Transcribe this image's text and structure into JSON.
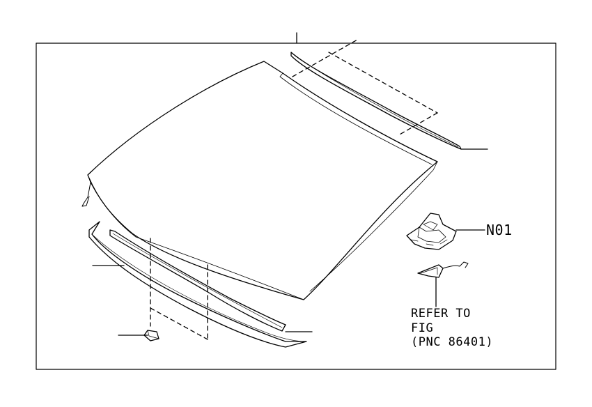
{
  "callouts": {
    "part_code": "N01",
    "reference_lines": [
      "REFER TO",
      "FIG",
      "(PNC 86401)"
    ]
  },
  "line_color": "#000000",
  "background": "#ffffff",
  "icons": [
    "windshield-glass",
    "upper-molding",
    "lower-molding",
    "mirror-bracket",
    "sensor-cover"
  ]
}
